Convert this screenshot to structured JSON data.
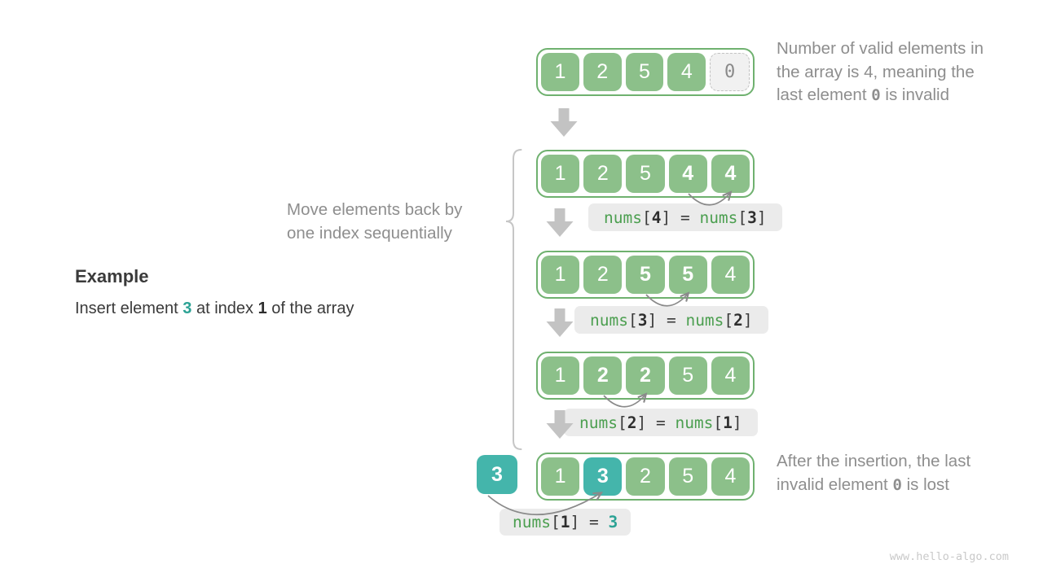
{
  "page": {
    "watermark": "www.hello-algo.com"
  },
  "example": {
    "title": "Example",
    "description_parts": [
      [
        "Insert element ",
        "plain"
      ],
      [
        "3",
        "teal-bold"
      ],
      [
        " at index ",
        "plain"
      ],
      [
        "1",
        "dark-bold"
      ],
      [
        " of the array",
        "plain"
      ]
    ]
  },
  "annotations": {
    "move_note": "Move elements back by\none index sequentially",
    "top_note_parts": [
      [
        "Number of valid elements in\nthe array is 4, meaning the\nlast element ",
        "plain"
      ],
      [
        "0",
        "mono-bold"
      ],
      [
        " is invalid",
        "plain"
      ]
    ],
    "bottom_note_parts": [
      [
        "After the insertion, the last\ninvalid element ",
        "plain"
      ],
      [
        "0",
        "mono-bold"
      ],
      [
        " is lost",
        "plain"
      ]
    ]
  },
  "inserted_value": "3",
  "arrays": [
    {
      "cells": [
        {
          "v": "1"
        },
        {
          "v": "2"
        },
        {
          "v": "5"
        },
        {
          "v": "4"
        },
        {
          "v": "0",
          "invalid": true
        }
      ]
    },
    {
      "cells": [
        {
          "v": "1"
        },
        {
          "v": "2"
        },
        {
          "v": "5"
        },
        {
          "v": "4",
          "bold": true
        },
        {
          "v": "4",
          "bold": true
        }
      ]
    },
    {
      "cells": [
        {
          "v": "1"
        },
        {
          "v": "2"
        },
        {
          "v": "5",
          "bold": true
        },
        {
          "v": "5",
          "bold": true
        },
        {
          "v": "4"
        }
      ]
    },
    {
      "cells": [
        {
          "v": "1"
        },
        {
          "v": "2",
          "bold": true
        },
        {
          "v": "2",
          "bold": true
        },
        {
          "v": "5"
        },
        {
          "v": "4"
        }
      ]
    },
    {
      "cells": [
        {
          "v": "1"
        },
        {
          "v": "3",
          "bold": true,
          "teal": true
        },
        {
          "v": "2"
        },
        {
          "v": "5"
        },
        {
          "v": "4"
        }
      ]
    }
  ],
  "operation_labels": [
    {
      "parts": [
        [
          "nums",
          "green"
        ],
        [
          "[",
          "dark"
        ],
        [
          "4",
          "dark-bold"
        ],
        [
          "]",
          "dark"
        ],
        [
          " = ",
          "dark"
        ],
        [
          "nums",
          "green"
        ],
        [
          "[",
          "dark"
        ],
        [
          "3",
          "dark-bold"
        ],
        [
          "]",
          "dark"
        ]
      ]
    },
    {
      "parts": [
        [
          "nums",
          "green"
        ],
        [
          "[",
          "dark"
        ],
        [
          "3",
          "dark-bold"
        ],
        [
          "]",
          "dark"
        ],
        [
          " = ",
          "dark"
        ],
        [
          "nums",
          "green"
        ],
        [
          "[",
          "dark"
        ],
        [
          "2",
          "dark-bold"
        ],
        [
          "]",
          "dark"
        ]
      ]
    },
    {
      "parts": [
        [
          "nums",
          "green"
        ],
        [
          "[",
          "dark"
        ],
        [
          "2",
          "dark-bold"
        ],
        [
          "]",
          "dark"
        ],
        [
          " = ",
          "dark"
        ],
        [
          "nums",
          "green"
        ],
        [
          "[",
          "dark"
        ],
        [
          "1",
          "dark-bold"
        ],
        [
          "]",
          "dark"
        ]
      ]
    },
    {
      "parts": [
        [
          "nums",
          "green"
        ],
        [
          "[",
          "dark"
        ],
        [
          "1",
          "dark-bold"
        ],
        [
          "]",
          "dark"
        ],
        [
          " = ",
          "dark"
        ],
        [
          "3",
          "teal-bold"
        ]
      ]
    }
  ],
  "colors": {
    "cell_green": "#8CC08A",
    "array_border_green": "#6FB16F",
    "teal_accent": "#44B5AB",
    "label_background": "#EBEBEB",
    "code_green": "#4C9F50",
    "code_teal": "#2BA294",
    "gray_text": "#8E8E8E",
    "dark_text": "#3A3A3A",
    "flow_arrow_gray": "#C3C3C3",
    "copy_arc_gray": "#8A8A8A",
    "invalid_cell_bg": "#F1F1F1",
    "watermark_gray": "#C9C9C9"
  }
}
